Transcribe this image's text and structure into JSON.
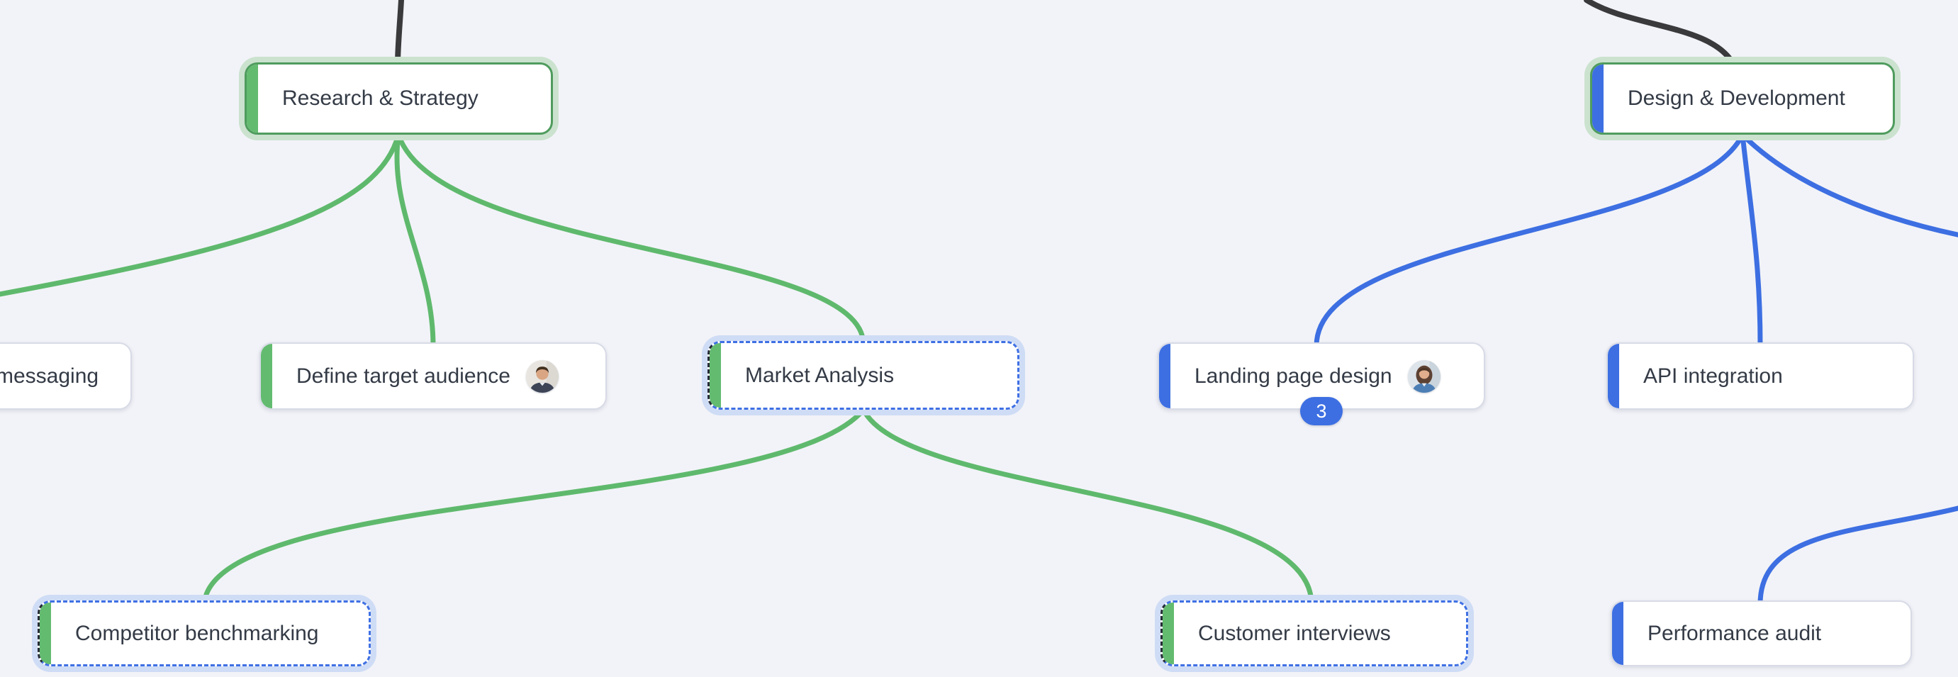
{
  "canvas": {
    "type": "mindmap",
    "background": "#f2f3f8"
  },
  "palette": {
    "branch_green": "#5fb96d",
    "branch_blue": "#3d6fe2",
    "root_link_black": "#3a3a3c",
    "node_border_gray": "#d8dbe6",
    "highlight_border_green": "#4f9c5e",
    "highlight_halo_green": "#cbe2cf",
    "selection_border_blue": "#3f70e4",
    "selection_halo_blue": "#cfdcf5",
    "node_text": "#343b46",
    "badge_bg": "#3d6fe2",
    "badge_text": "#ffffff"
  },
  "nodes": {
    "messaging": {
      "label": "messaging",
      "branch": "green",
      "state": "default",
      "note": "clipped at left edge of viewport"
    },
    "research_strategy": {
      "label": "Research & Strategy",
      "branch": "green",
      "state": "highlighted"
    },
    "define_target_audience": {
      "label": "Define target audience",
      "branch": "green",
      "state": "default",
      "avatar": "man-photo"
    },
    "market_analysis": {
      "label": "Market Analysis",
      "branch": "green",
      "state": "selected"
    },
    "competitor_benchmarking": {
      "label": "Competitor benchmarking",
      "branch": "green",
      "state": "selected"
    },
    "customer_interviews": {
      "label": "Customer interviews",
      "branch": "green",
      "state": "selected"
    },
    "design_development": {
      "label": "Design & Development",
      "branch": "blue",
      "state": "highlighted"
    },
    "landing_page_design": {
      "label": "Landing page design",
      "branch": "blue",
      "state": "default",
      "avatar": "woman-photo",
      "badge": "3"
    },
    "api_integration": {
      "label": "API integration",
      "branch": "blue",
      "state": "default"
    },
    "performance_audit": {
      "label": "Performance audit",
      "branch": "blue",
      "state": "default"
    }
  },
  "edges": [
    {
      "from": "offscreen-root-top",
      "to": "research_strategy",
      "color": "black"
    },
    {
      "from": "offscreen-root-top",
      "to": "design_development",
      "color": "black"
    },
    {
      "from": "research_strategy",
      "to": "messaging",
      "color": "green"
    },
    {
      "from": "research_strategy",
      "to": "define_target_audience",
      "color": "green"
    },
    {
      "from": "research_strategy",
      "to": "market_analysis",
      "color": "green"
    },
    {
      "from": "market_analysis",
      "to": "competitor_benchmarking",
      "color": "green"
    },
    {
      "from": "market_analysis",
      "to": "customer_interviews",
      "color": "green"
    },
    {
      "from": "design_development",
      "to": "landing_page_design",
      "color": "blue"
    },
    {
      "from": "design_development",
      "to": "api_integration",
      "color": "blue"
    },
    {
      "from": "design_development",
      "to": "offscreen-node-right",
      "color": "blue"
    },
    {
      "from": "offscreen-node-right",
      "to": "performance_audit",
      "color": "blue"
    }
  ]
}
